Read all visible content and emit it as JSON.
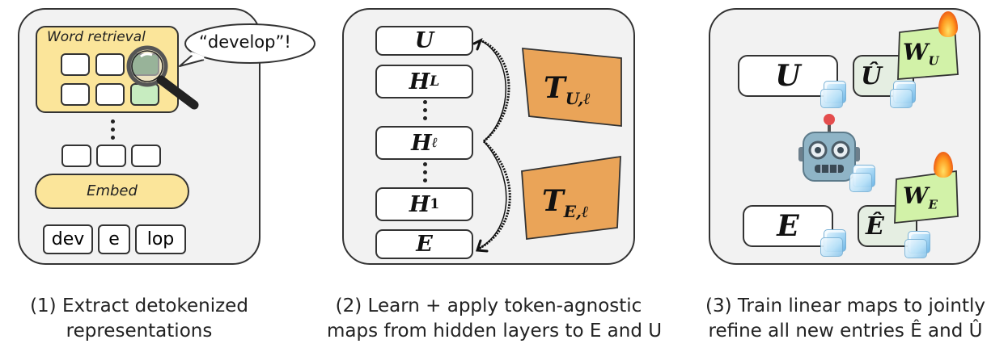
{
  "panel1": {
    "word_retrieval": "Word retrieval",
    "speech": "“develop”!",
    "embed": "Embed",
    "tokens": [
      "dev",
      "e",
      "lop"
    ]
  },
  "panel2": {
    "vectors": [
      "U",
      "H",
      "H",
      "H",
      "E"
    ],
    "subscripts": [
      "",
      "L",
      "ℓ",
      "1",
      ""
    ],
    "maps": [
      {
        "main": "T",
        "sub": "U,ℓ"
      },
      {
        "main": "T",
        "sub": "E,ℓ"
      }
    ]
  },
  "panel3": {
    "u": "U",
    "u_hat": "Û",
    "e": "E",
    "e_hat": "Ê",
    "w_u": {
      "main": "W",
      "sub": "U"
    },
    "w_e": {
      "main": "W",
      "sub": "E"
    }
  },
  "captions": [
    [
      "(1) Extract detokenized",
      "representations"
    ],
    [
      "(2) Learn + apply token-agnostic",
      "maps from hidden layers to E and U"
    ],
    [
      "(3) Train linear maps to jointly",
      "refine all new entries Ê and Û"
    ]
  ],
  "colors": {
    "yellow": "#fbe59a",
    "orange": "#eaa458",
    "green_light": "#c7ecc0",
    "green_dark": "#3f7a40",
    "lime": "#d2f2a8",
    "panel_bg": "#f2f2f2"
  }
}
